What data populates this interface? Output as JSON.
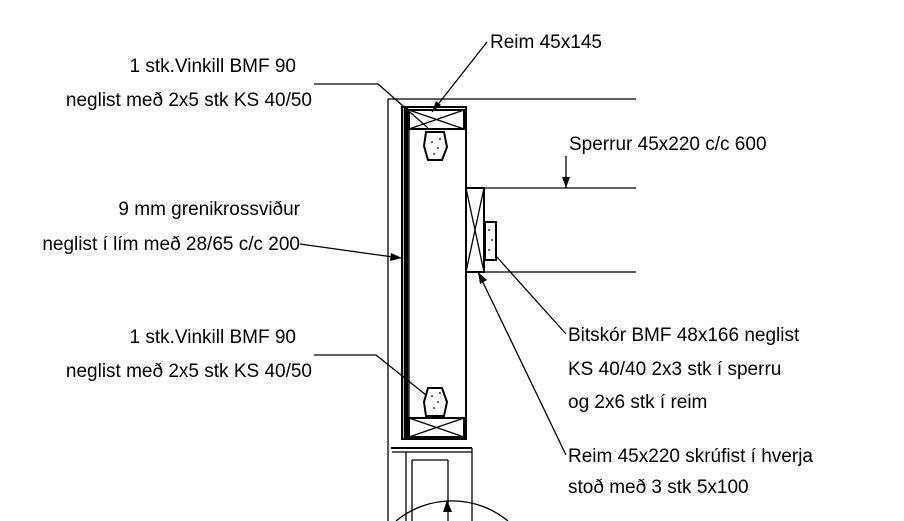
{
  "labels": {
    "reim_top": "Reim 45x145",
    "vinkill_top_1": "1 stk.Vinkill BMF 90",
    "vinkill_top_2": "neglist með 2x5 stk KS 40/50",
    "sperrur": "Sperrur 45x220 c/c 600",
    "krossvidur_1": "9 mm grenikrossviður",
    "krossvidur_2": "neglist í lím með 28/65 c/c 200",
    "vinkill_bottom_1": "1 stk.Vinkill BMF 90",
    "vinkill_bottom_2": "neglist með 2x5 stk KS 40/50",
    "bitskor_1": "Bitskór BMF 48x166 neglist",
    "bitskor_2": "KS 40/40 2x3 stk í sperru",
    "bitskor_3": "og 2x6 stk í reim",
    "reim_bottom_1": "Reim 45x220 skrúfist í hverja",
    "reim_bottom_2": "stoð með 3 stk 5x100"
  }
}
